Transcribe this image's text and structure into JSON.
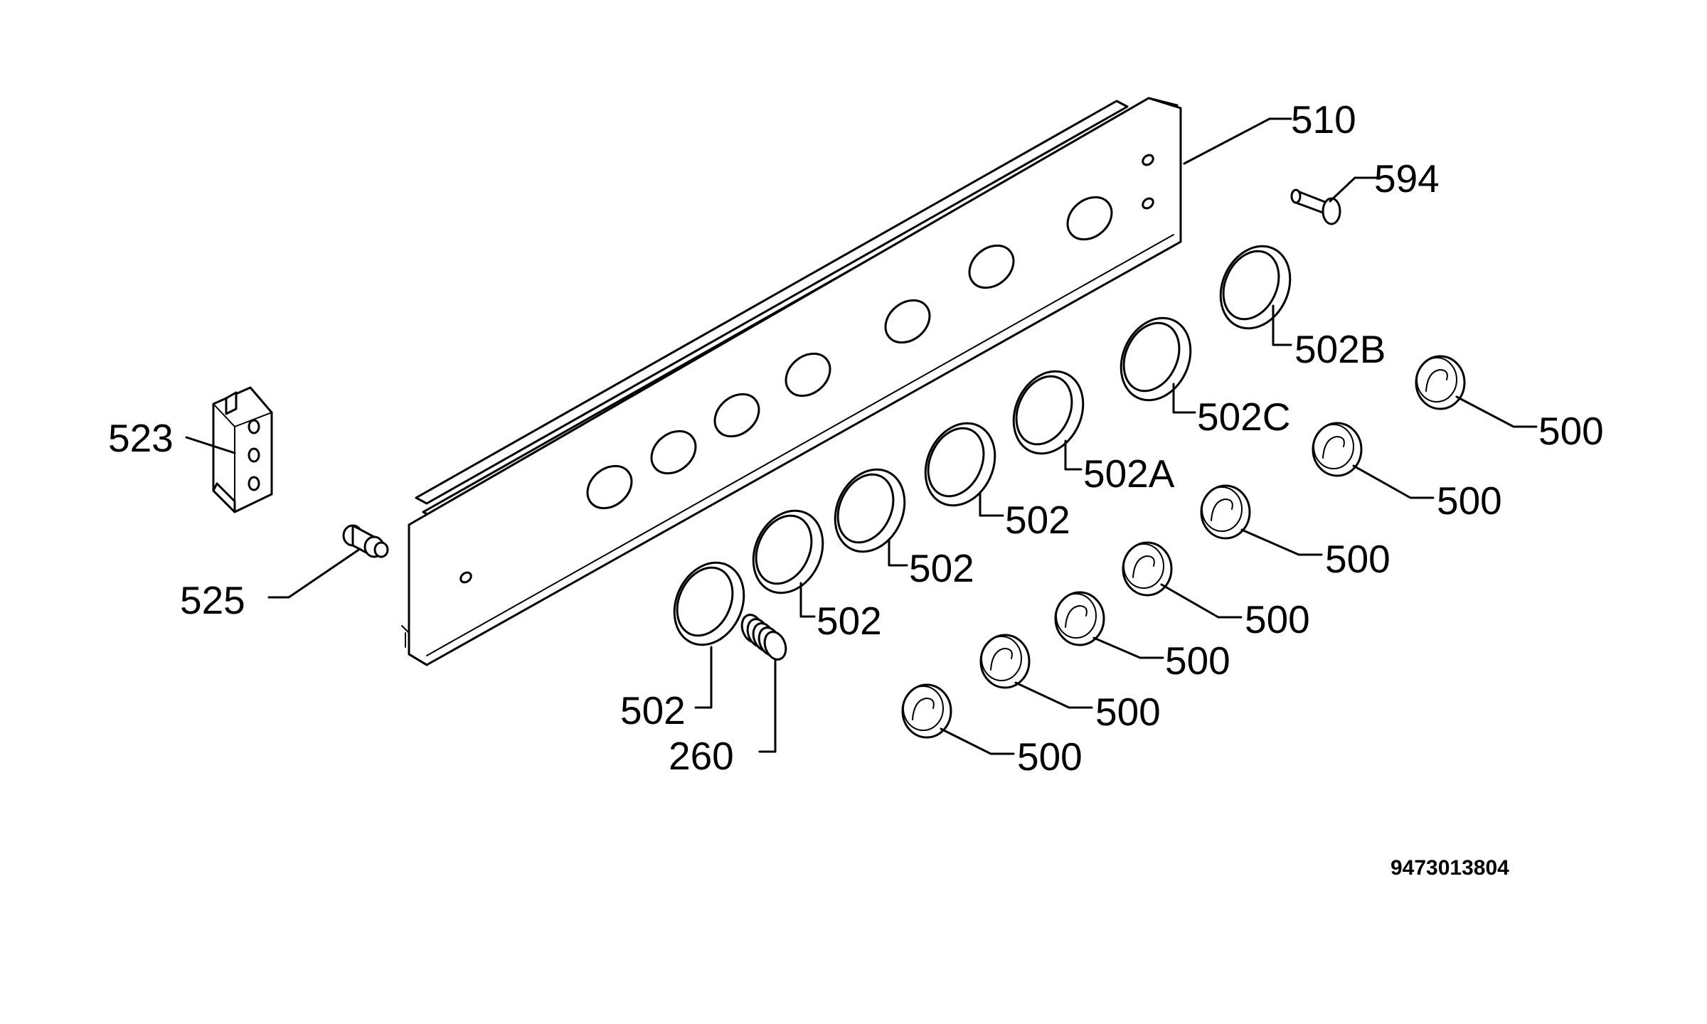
{
  "labels": {
    "p510": "510",
    "p594": "594",
    "p502b": "502B",
    "p502c": "502C",
    "p502a": "502A",
    "p502_1": "502",
    "p502_2": "502",
    "p502_3": "502",
    "p502_4": "502",
    "p523": "523",
    "p525": "525",
    "p260": "260",
    "p500_1": "500",
    "p500_2": "500",
    "p500_3": "500",
    "p500_4": "500",
    "p500_5": "500",
    "p500_6": "500",
    "p500_7": "500"
  },
  "document_number": "9473013804"
}
